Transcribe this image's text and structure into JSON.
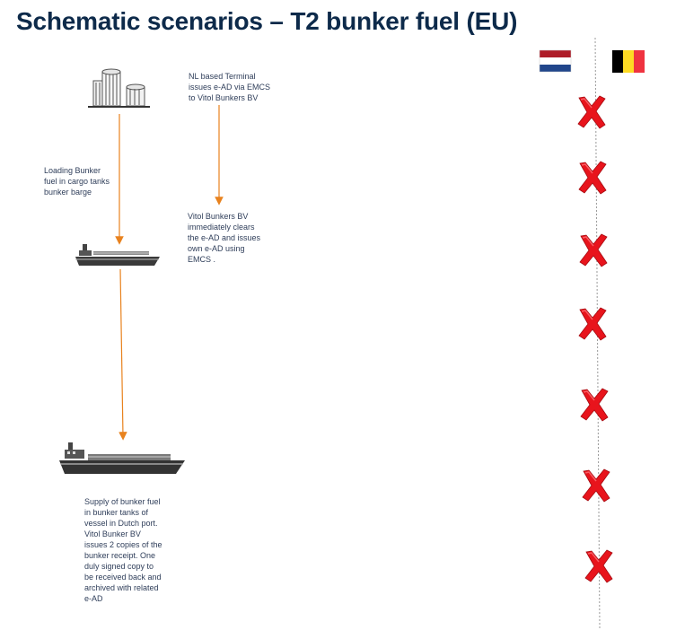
{
  "title": "Schematic scenarios – T2 bunker fuel (EU)",
  "notes": {
    "terminal_issue": "NL based Terminal\nissues e-AD via EMCS\nto Vitol Bunkers BV",
    "loading": "Loading Bunker\nfuel in cargo tanks\nbunker barge",
    "clearing": "Vitol Bunkers BV\nimmediately clears\nthe e-AD and issues\nown e-AD using\nEMCS .",
    "supply": "Supply of bunker fuel\nin bunker tanks of\nvessel in Dutch port.\nVitol Bunker BV\nissues 2 copies of the\nbunker receipt. One\nduly signed copy to\nbe received back and\narchived with related\ne-AD"
  },
  "flags": [
    {
      "country": "Netherlands",
      "icon": "netherlands-flag-icon",
      "colors": [
        "#ae1c28",
        "#ffffff",
        "#21468b"
      ]
    },
    {
      "country": "Belgium",
      "icon": "belgium-flag-icon",
      "colors": [
        "#000000",
        "#fdda24",
        "#ef3340"
      ]
    }
  ],
  "status_marks": {
    "icon": "red-cross-icon",
    "color": "#e8141c",
    "count": 7
  },
  "colors": {
    "title": "#0d2a4a",
    "arrow": "#e8821e",
    "divider": "#999999"
  }
}
